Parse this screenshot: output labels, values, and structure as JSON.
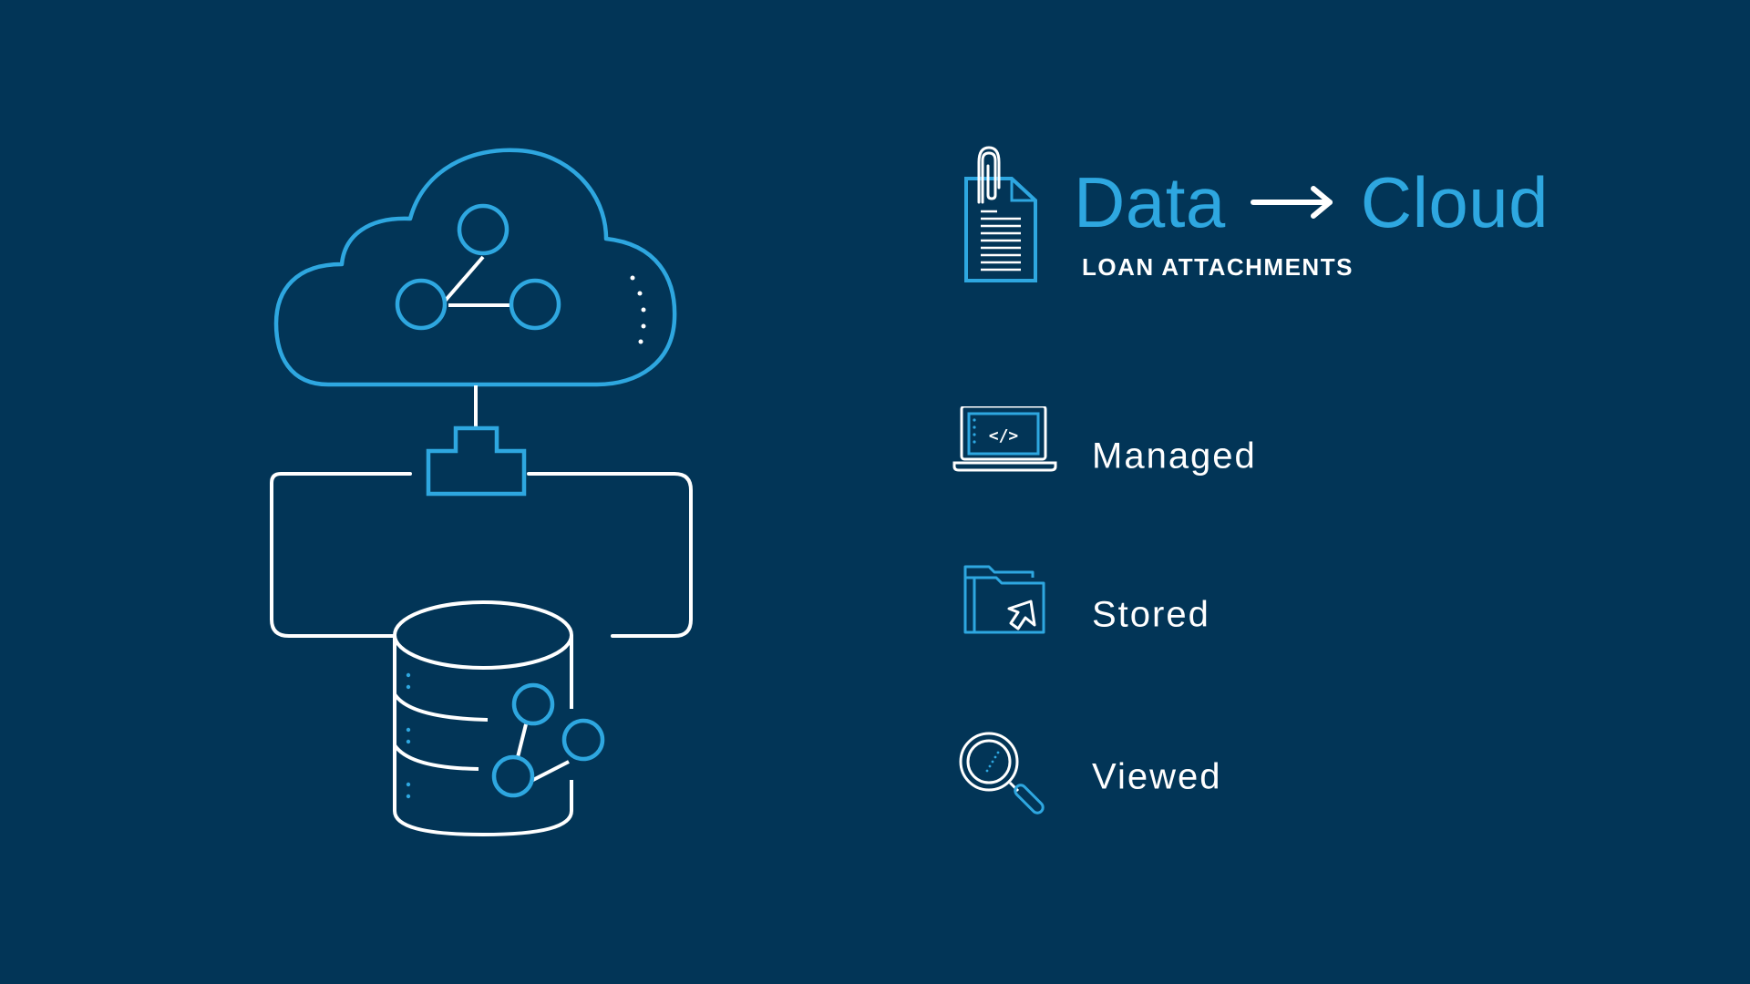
{
  "title": {
    "left": "Data",
    "right": "Cloud"
  },
  "subtitle": "LOAN ATTACHMENTS",
  "features": [
    {
      "label": "Managed",
      "icon": "laptop-code-icon"
    },
    {
      "label": "Stored",
      "icon": "folder-cursor-icon"
    },
    {
      "label": "Viewed",
      "icon": "magnifier-icon"
    }
  ],
  "colors": {
    "background": "#023557",
    "accent": "#2ea7e0",
    "line": "#ffffff"
  },
  "icons": {
    "header": "document-paperclip-icon",
    "arrow": "arrow-right-icon",
    "diagram": [
      "cloud-icon",
      "share-network-icon",
      "network-connector-icon",
      "database-icon"
    ]
  }
}
